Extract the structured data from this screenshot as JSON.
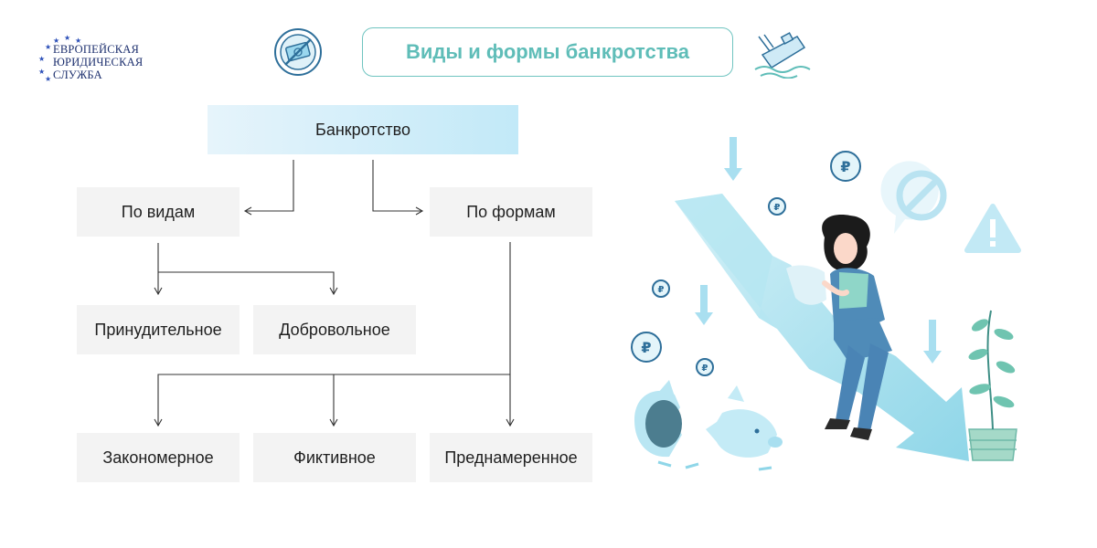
{
  "logo": {
    "lines": [
      "ЕВРОПЕЙСКАЯ",
      "ЮРИДИЧЕСКАЯ",
      "СЛУЖБА"
    ],
    "star_color": "#2b4fb8"
  },
  "header": {
    "title": "Виды и формы банкротства",
    "accent_color": "#5fbdb8",
    "left_icon": "no-money-icon",
    "right_icon": "sinking-ship-icon"
  },
  "diagram": {
    "root": "Банкротство",
    "by_types": {
      "label": "По видам",
      "children": [
        "Принудительное",
        "Добровольное"
      ]
    },
    "by_forms": {
      "label": "По формам",
      "children": [
        "Закономерное",
        "Фиктивное",
        "Преднамеренное"
      ]
    }
  },
  "illustration": {
    "subject": "woman-sitting-on-falling-arrow",
    "icons": [
      "ruble-coin-icon",
      "down-arrow-icon",
      "warning-icon",
      "ban-icon",
      "broken-piggy-bank-icon",
      "plant-icon"
    ]
  }
}
